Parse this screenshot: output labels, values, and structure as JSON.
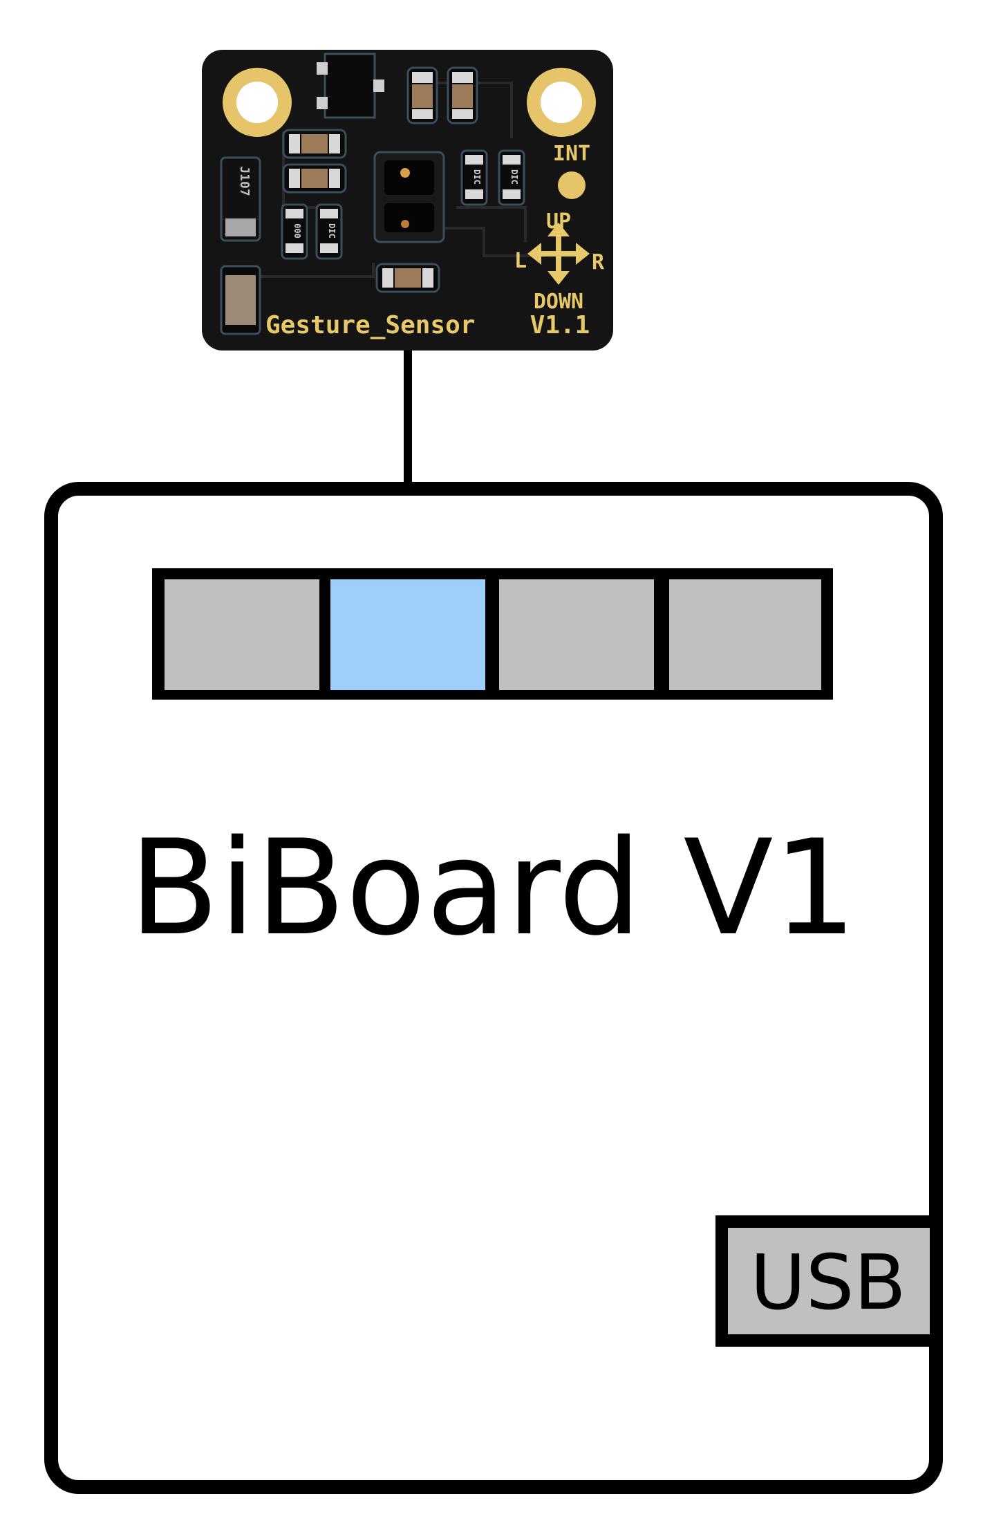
{
  "sensor": {
    "board_label": "Gesture_Sensor",
    "version": "V1.1",
    "int_label": "INT",
    "dir_up": "UP",
    "dir_left": "L",
    "dir_right": "R",
    "dir_down": "DOWN",
    "inductor_marking": "J107",
    "resistor_marking_1": "DIC",
    "resistor_marking_2": "DIC",
    "resistor_marking_3": "DIC",
    "resistor_marking_4": "000",
    "pcb_color": "#141414",
    "silk_color": "#e8c96a"
  },
  "board": {
    "title": "BiBoard V1",
    "usb_label": "USB",
    "ports": [
      {
        "state": "inactive",
        "color": "#c0c0c0"
      },
      {
        "state": "connected",
        "color": "#9ecffb"
      },
      {
        "state": "inactive",
        "color": "#c0c0c0"
      },
      {
        "state": "inactive",
        "color": "#c0c0c0"
      }
    ],
    "connected_port_index": 1,
    "usb_color": "#c0c0c0"
  }
}
